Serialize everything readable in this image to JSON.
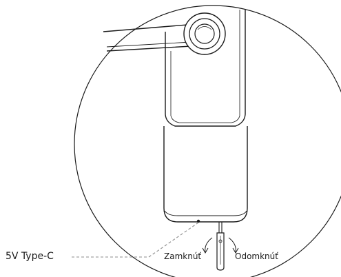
{
  "labels": {
    "port": "5V Type-C",
    "lock": "Zamknúť",
    "unlock": "Odomknúť"
  },
  "colors": {
    "stroke": "#1a1a1a",
    "dash": "#8c8c8c",
    "background": "#ffffff"
  }
}
